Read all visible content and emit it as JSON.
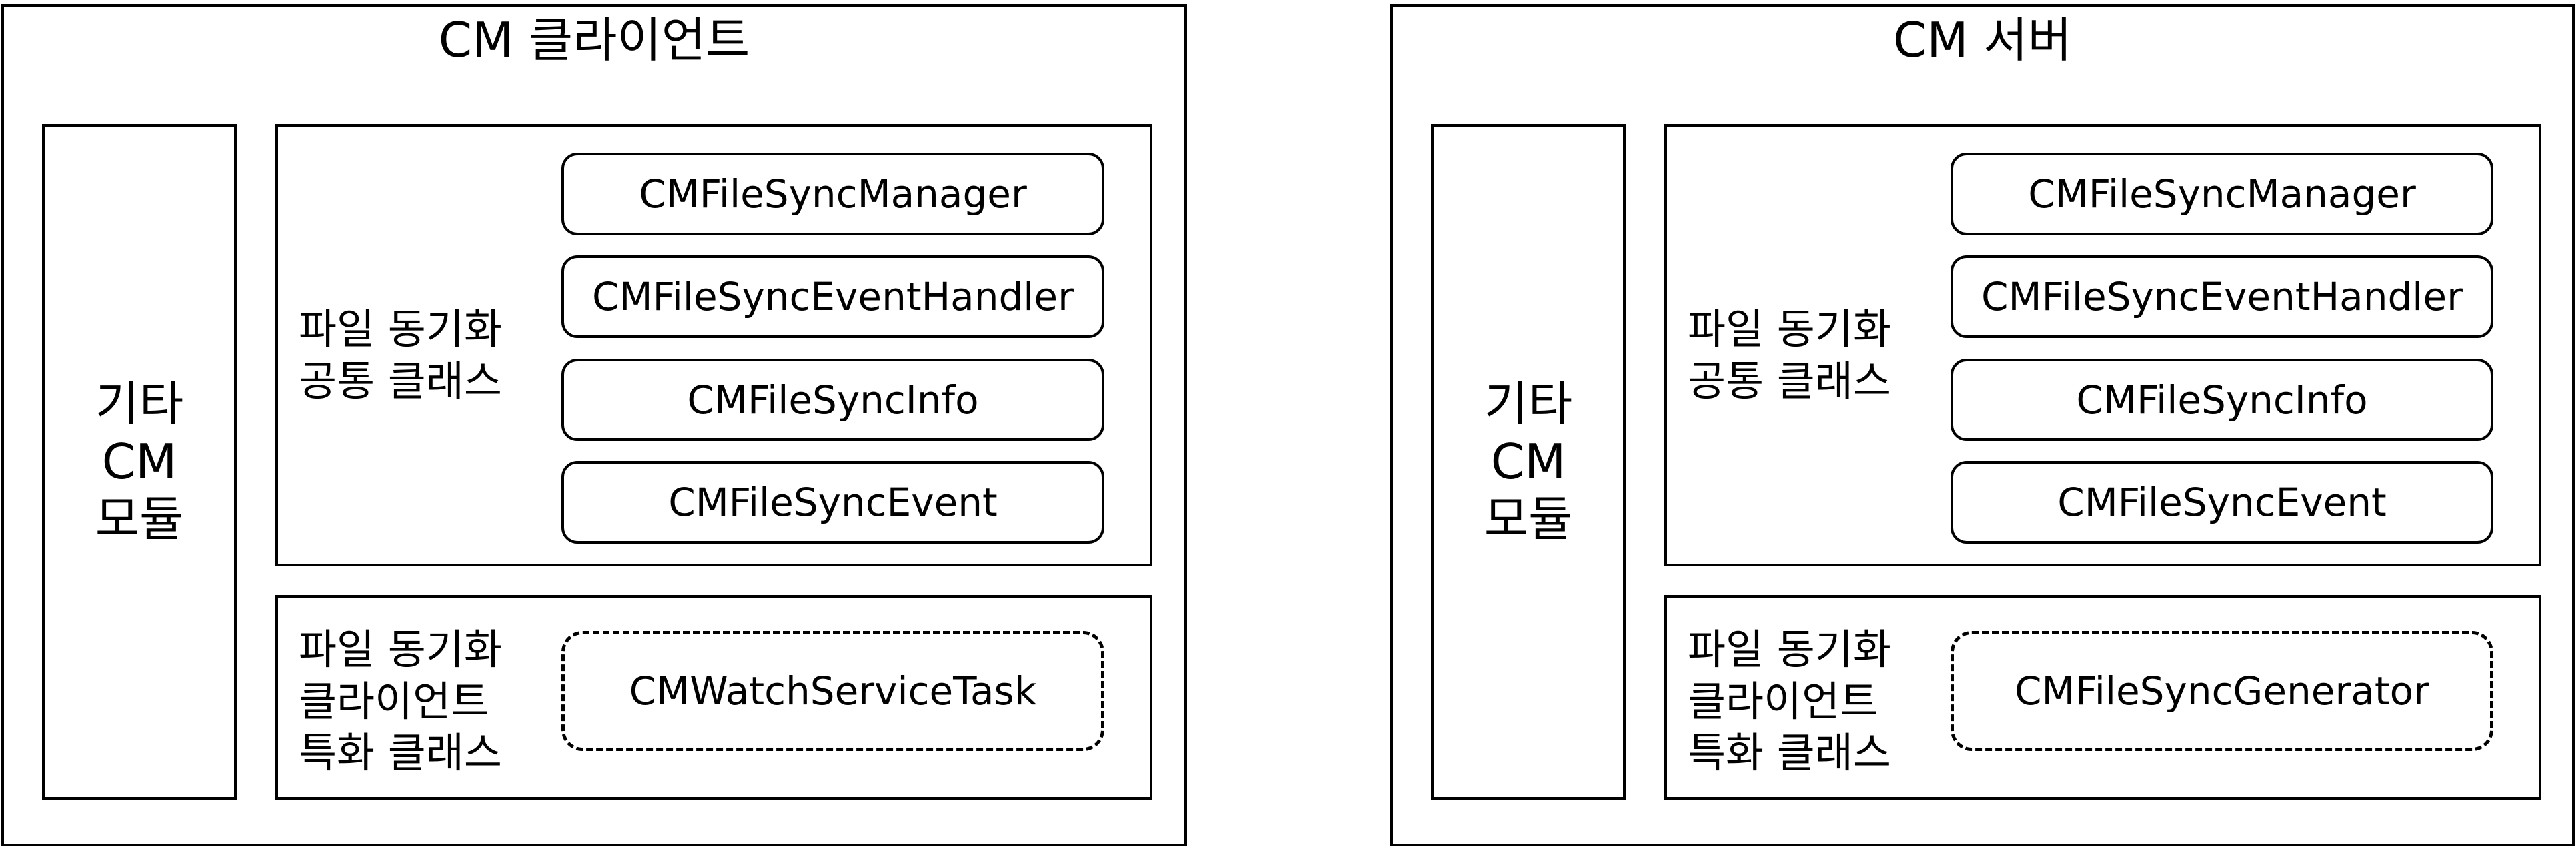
{
  "client": {
    "title": "CM 클라이언트",
    "other_module": [
      "기타",
      "CM",
      "모듈"
    ],
    "common_label": [
      "파일 동기화",
      "공통 클래스"
    ],
    "common_classes": [
      "CMFileSyncManager",
      "CMFileSyncEventHandler",
      "CMFileSyncInfo",
      "CMFileSyncEvent"
    ],
    "specific_label": [
      "파일 동기화",
      "클라이언트",
      "특화 클래스"
    ],
    "specific_class": "CMWatchServiceTask"
  },
  "server": {
    "title": "CM 서버",
    "other_module": [
      "기타",
      "CM",
      "모듈"
    ],
    "common_label": [
      "파일 동기화",
      "공통 클래스"
    ],
    "common_classes": [
      "CMFileSyncManager",
      "CMFileSyncEventHandler",
      "CMFileSyncInfo",
      "CMFileSyncEvent"
    ],
    "specific_label": [
      "파일 동기화",
      "클라이언트",
      "특화 클래스"
    ],
    "specific_class": "CMFileSyncGenerator"
  }
}
